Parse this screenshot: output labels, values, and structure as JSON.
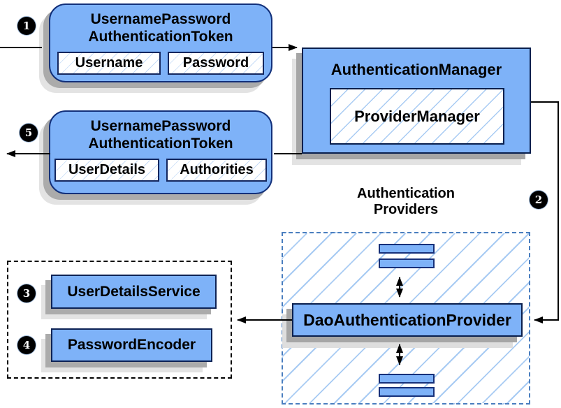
{
  "diagram": {
    "steps": [
      "1",
      "2",
      "3",
      "4",
      "5"
    ],
    "nodes": {
      "token_request": {
        "title_line1": "UsernamePassword",
        "title_line2": "AuthenticationToken",
        "fields": [
          "Username",
          "Password"
        ]
      },
      "auth_manager": {
        "label": "AuthenticationManager",
        "inner_label": "ProviderManager"
      },
      "token_response": {
        "title_line1": "UsernamePassword",
        "title_line2": "AuthenticationToken",
        "fields": [
          "UserDetails",
          "Authorities"
        ]
      },
      "providers_group": {
        "title_line1": "Authentication",
        "title_line2": "Providers"
      },
      "dao_provider": {
        "label": "DaoAuthenticationProvider"
      },
      "user_details_service": {
        "label": "UserDetailsService"
      },
      "password_encoder": {
        "label": "PasswordEncoder"
      }
    },
    "colors": {
      "node_fill": "#7EB2F8",
      "node_border_dark": "#0A1F4D",
      "rounded_border": "#12307A",
      "hatch_line": "#A8CBF3",
      "providers_dash_border": "#4A7EBF",
      "beans_dash_border": "#000000",
      "connector": "#000000",
      "shadow_dark": "#A6A6A6",
      "shadow_light": "#E3E3E3",
      "badge_bg": "#000000",
      "badge_text": "#FFFFFF"
    }
  }
}
